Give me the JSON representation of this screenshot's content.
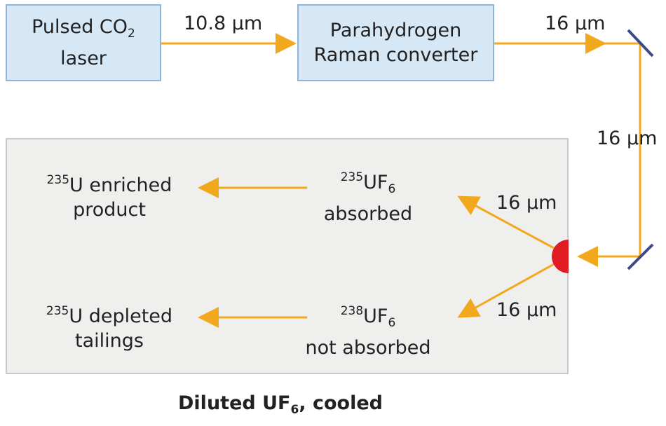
{
  "laser_box": {
    "line1_prefix": "Pulsed CO",
    "line1_sub": "2",
    "line2": "laser"
  },
  "converter_box": {
    "line1": "Parahydrogen",
    "line2": "Raman converter"
  },
  "beams": {
    "laser_output": "10.8 μm",
    "converter_output": "16 μm",
    "vertical_path": "16 μm",
    "upper_diverted": "16 μm",
    "lower_diverted": "16 μm"
  },
  "upper_species": {
    "sup": "235",
    "name": "UF",
    "sub": "6",
    "status": "absorbed"
  },
  "lower_species": {
    "sup": "238",
    "name": "UF",
    "sub": "6",
    "status": "not absorbed"
  },
  "enriched_output": {
    "sup": "235",
    "line1": "U enriched",
    "line2": "product"
  },
  "depleted_output": {
    "sup": "235",
    "line1": "U depleted",
    "line2": "tailings"
  },
  "caption": {
    "prefix": "Diluted UF",
    "sub": "6",
    "suffix": ", cooled"
  },
  "colors": {
    "beam": "#f2a81d",
    "box_fill": "#d6e7f5",
    "chamber_fill": "#efefed",
    "mirror": "#3d4a8a",
    "target": "#e01b23"
  }
}
